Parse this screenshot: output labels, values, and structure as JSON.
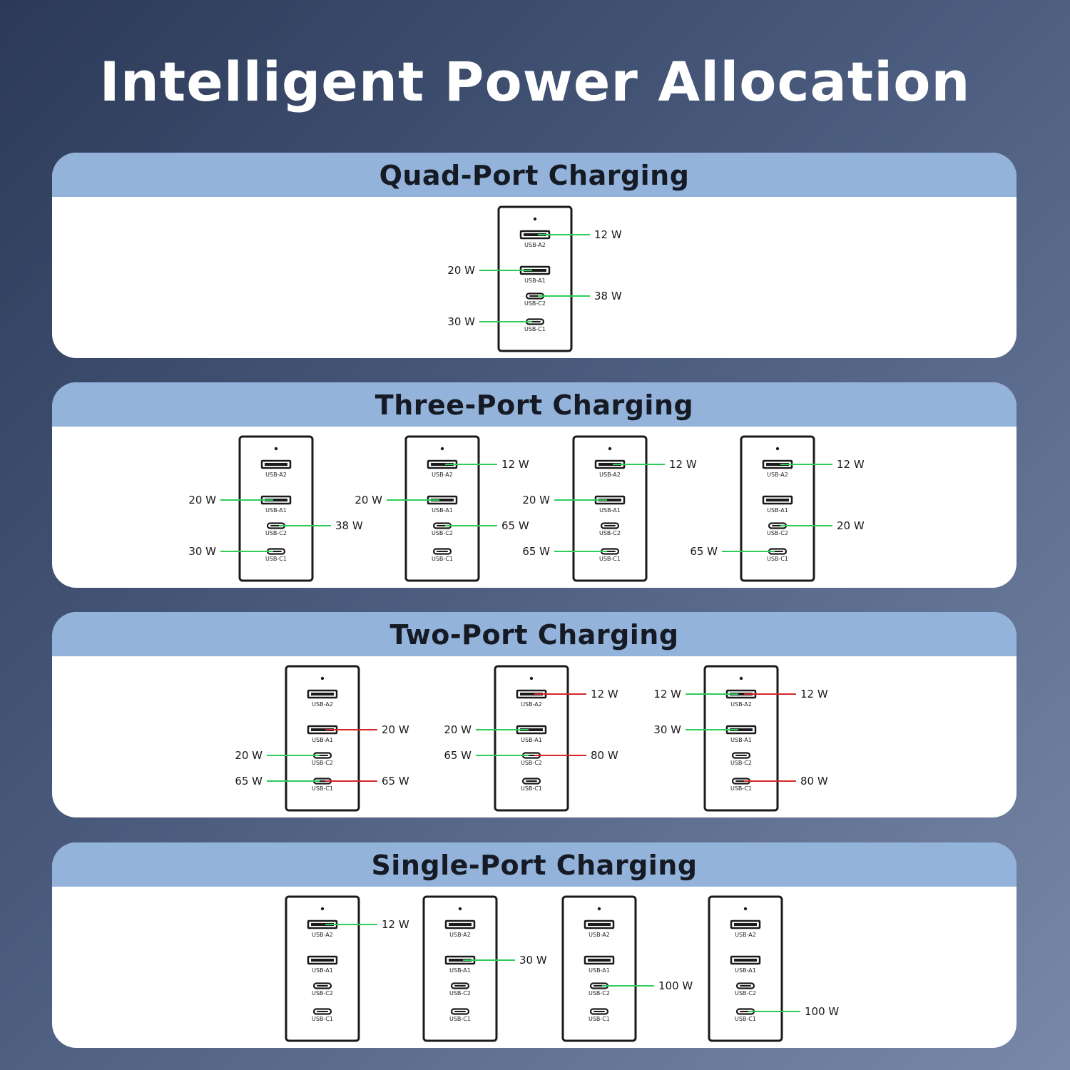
{
  "title": "Intelligent Power Allocation",
  "colors": {
    "header_band": "#93b3da",
    "green_line": "#2ecc5b",
    "red_line": "#d62828",
    "panel_bg": "#ffffff"
  },
  "port_labels": [
    "USB-A2",
    "USB-A1",
    "USB-C2",
    "USB-C1"
  ],
  "sections": [
    {
      "heading": "Quad-Port Charging",
      "chargers": [
        {
          "leads": [
            {
              "port": "USB-A2",
              "side": "right",
              "watts": "12 W",
              "color": "green"
            },
            {
              "port": "USB-A1",
              "side": "left",
              "watts": "20 W",
              "color": "green"
            },
            {
              "port": "USB-C2",
              "side": "right",
              "watts": "38 W",
              "color": "green"
            },
            {
              "port": "USB-C1",
              "side": "left",
              "watts": "30 W",
              "color": "green"
            }
          ]
        }
      ]
    },
    {
      "heading": "Three-Port Charging",
      "chargers": [
        {
          "leads": [
            {
              "port": "USB-A1",
              "side": "left",
              "watts": "20 W",
              "color": "green"
            },
            {
              "port": "USB-C2",
              "side": "right",
              "watts": "38 W",
              "color": "green"
            },
            {
              "port": "USB-C1",
              "side": "left",
              "watts": "30 W",
              "color": "green"
            }
          ]
        },
        {
          "leads": [
            {
              "port": "USB-A2",
              "side": "right",
              "watts": "12 W",
              "color": "green"
            },
            {
              "port": "USB-A1",
              "side": "left",
              "watts": "20 W",
              "color": "green"
            },
            {
              "port": "USB-C2",
              "side": "right",
              "watts": "65 W",
              "color": "green"
            }
          ]
        },
        {
          "leads": [
            {
              "port": "USB-A2",
              "side": "right",
              "watts": "12 W",
              "color": "green"
            },
            {
              "port": "USB-A1",
              "side": "left",
              "watts": "20 W",
              "color": "green"
            },
            {
              "port": "USB-C1",
              "side": "left",
              "watts": "65 W",
              "color": "green"
            }
          ]
        },
        {
          "leads": [
            {
              "port": "USB-A2",
              "side": "right",
              "watts": "12 W",
              "color": "green"
            },
            {
              "port": "USB-C2",
              "side": "right",
              "watts": "20 W",
              "color": "green"
            },
            {
              "port": "USB-C1",
              "side": "left",
              "watts": "65 W",
              "color": "green"
            }
          ]
        }
      ]
    },
    {
      "heading": "Two-Port Charging",
      "chargers": [
        {
          "leads": [
            {
              "port": "USB-A1",
              "side": "right",
              "watts": "20 W",
              "color": "red"
            },
            {
              "port": "USB-C2",
              "side": "left",
              "watts": "20 W",
              "color": "green"
            },
            {
              "port": "USB-C1",
              "side": "left",
              "watts": "65 W",
              "color": "green"
            },
            {
              "port": "USB-C1",
              "side": "right",
              "watts": "65 W",
              "color": "red"
            }
          ]
        },
        {
          "leads": [
            {
              "port": "USB-A2",
              "side": "right",
              "watts": "12 W",
              "color": "red"
            },
            {
              "port": "USB-A1",
              "side": "left",
              "watts": "20 W",
              "color": "green"
            },
            {
              "port": "USB-C2",
              "side": "left",
              "watts": "65 W",
              "color": "green"
            },
            {
              "port": "USB-C2",
              "side": "right",
              "watts": "80 W",
              "color": "red"
            }
          ]
        },
        {
          "leads": [
            {
              "port": "USB-A2",
              "side": "left",
              "watts": "12 W",
              "color": "green"
            },
            {
              "port": "USB-A2",
              "side": "right",
              "watts": "12 W",
              "color": "red"
            },
            {
              "port": "USB-A1",
              "side": "left",
              "watts": "30 W",
              "color": "green"
            },
            {
              "port": "USB-C1",
              "side": "right",
              "watts": "80 W",
              "color": "red"
            }
          ]
        }
      ]
    },
    {
      "heading": "Single-Port Charging",
      "chargers": [
        {
          "leads": [
            {
              "port": "USB-A2",
              "side": "right",
              "watts": "12 W",
              "color": "green"
            }
          ]
        },
        {
          "leads": [
            {
              "port": "USB-A1",
              "side": "right",
              "watts": "30 W",
              "color": "green"
            }
          ]
        },
        {
          "leads": [
            {
              "port": "USB-C2",
              "side": "right",
              "watts": "100 W",
              "color": "green"
            }
          ]
        },
        {
          "leads": [
            {
              "port": "USB-C1",
              "side": "right",
              "watts": "100 W",
              "color": "green"
            }
          ]
        }
      ]
    }
  ]
}
